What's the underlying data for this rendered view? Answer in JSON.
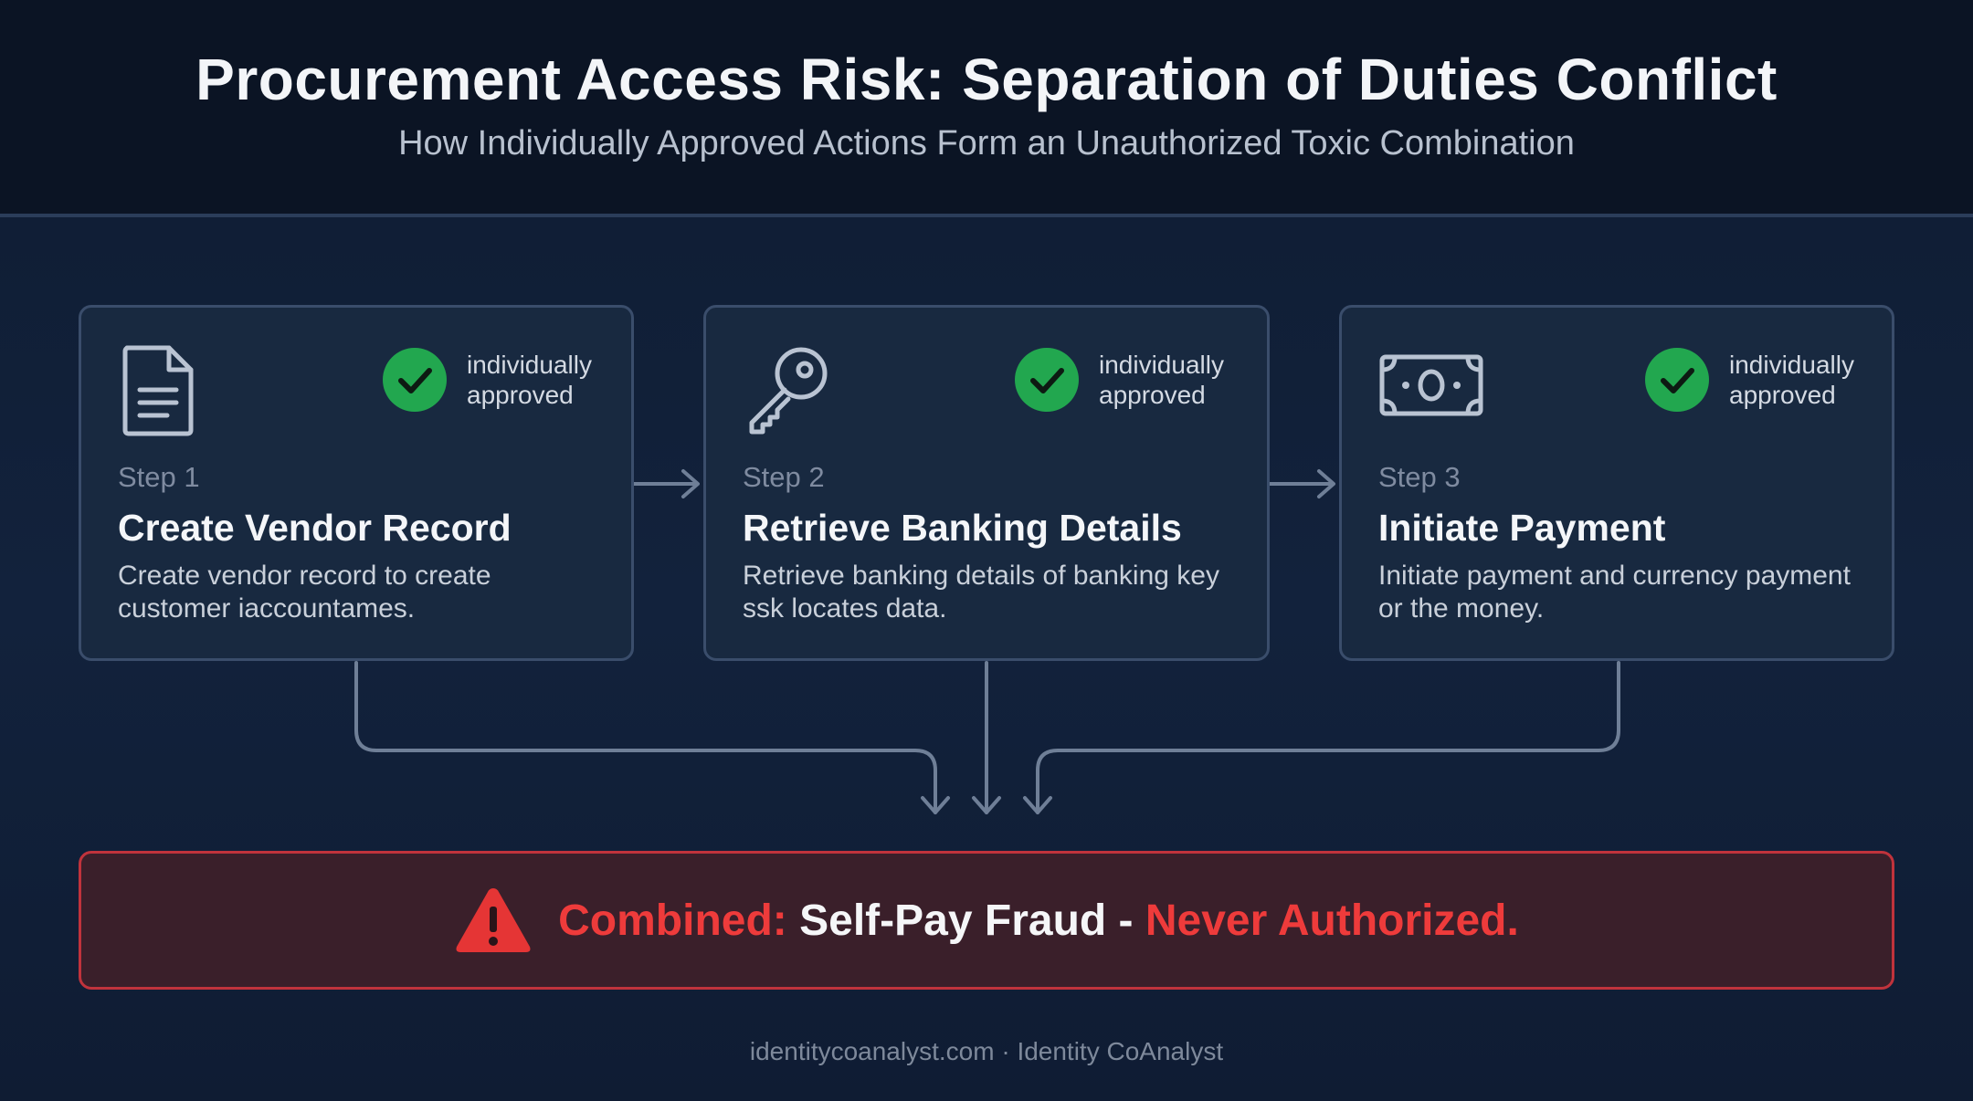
{
  "header": {
    "title": "Procurement Access Risk: Separation of Duties Conflict",
    "subtitle": "How Individually Approved Actions Form an Unauthorized Toxic Combination"
  },
  "steps": [
    {
      "icon": "document-icon",
      "badge": "individually approved",
      "label": "Step 1",
      "title": "Create Vendor Record",
      "description": "Create vendor record to create customer iaccountames."
    },
    {
      "icon": "key-icon",
      "badge": "individually approved",
      "label": "Step 2",
      "title": "Retrieve Banking Details",
      "description": "Retrieve banking details of banking key ssk locates data."
    },
    {
      "icon": "money-bill-icon",
      "badge": "individually approved",
      "label": "Step 3",
      "title": "Initiate Payment",
      "description": "Initiate payment and currency payment or the money."
    }
  ],
  "alert": {
    "icon": "warning-triangle-icon",
    "prefix": "Combined:",
    "middle": " Self-Pay Fraud - ",
    "suffix": "Never Authorized."
  },
  "footer": {
    "text": "identitycoanalyst.com · Identity CoAnalyst"
  },
  "colors": {
    "background": "#12223c",
    "header_background": "#0b1424",
    "card_background": "#182940",
    "card_border": "#3a4d6b",
    "check_green": "#22a74f",
    "alert_red": "#ee3b3b",
    "alert_background": "#3a1f2a",
    "connector": "#6f7f97"
  }
}
